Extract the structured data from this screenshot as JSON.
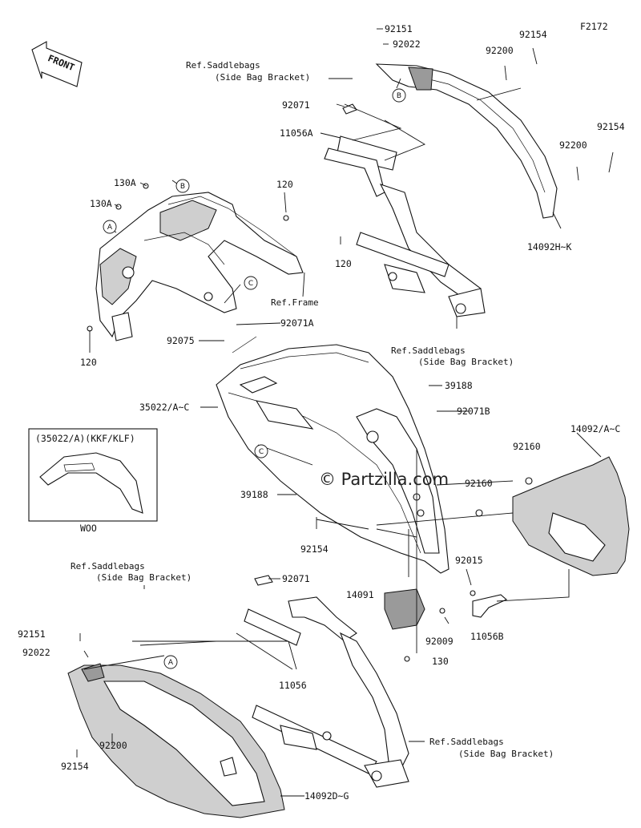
{
  "figure_code": "F2172",
  "front_label": "FRONT",
  "watermark": "© Partzilla.com",
  "inset": {
    "title": "(35022/A)(KKF/KLF)",
    "caption": "WOO"
  },
  "callout_letters": [
    "A",
    "B",
    "C"
  ],
  "part_labels": {
    "p92151_top": "92151",
    "p92022_top": "92022",
    "p92154_a": "92154",
    "p92200_a": "92200",
    "p92154_b": "92154",
    "p92200_b": "92200",
    "p92071": "92071",
    "p11056A": "11056A",
    "p130A_a": "130A",
    "p130A_b": "130A",
    "p120_a": "120",
    "p120_b": "120",
    "p120_c": "120",
    "p14092HK": "14092H~K",
    "p92075": "92075",
    "p92071A": "92071A",
    "p39188_a": "39188",
    "p92071B": "92071B",
    "p35022": "35022/A~C",
    "p14092AC": "14092/A~C",
    "p92160_a": "92160",
    "p92160_b": "92160",
    "p39188_b": "39188",
    "p92154_c": "92154",
    "p92071_b": "92071",
    "p92015": "92015",
    "p14091": "14091",
    "p92151_b": "92151",
    "p92022_b": "92022",
    "p92009": "92009",
    "p11056B": "11056B",
    "p130": "130",
    "p11056": "11056",
    "p92200_c": "92200",
    "p92154_d": "92154",
    "p14092DG": "14092D~G"
  },
  "ref_labels": {
    "saddle_top_1": "Ref.Saddlebags",
    "saddle_top_2": "(Side Bag Bracket)",
    "frame": "Ref.Frame",
    "saddle_mid_1": "Ref.Saddlebags",
    "saddle_mid_2": "(Side Bag Bracket)",
    "saddle_low_1": "Ref.Saddlebags",
    "saddle_low_2": "(Side Bag Bracket)",
    "saddle_bot_1": "Ref.Saddlebags",
    "saddle_bot_2": "(Side Bag Bracket)"
  }
}
